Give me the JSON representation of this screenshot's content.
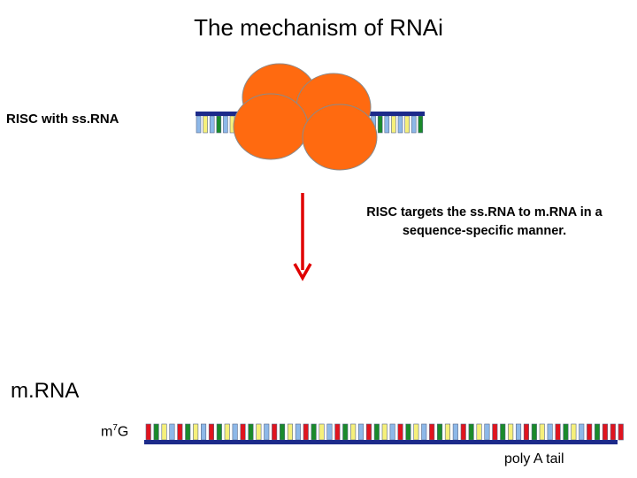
{
  "title": "The mechanism of RNAi",
  "risc_label": "RISC with ss.RNA",
  "target_text_line1": "RISC targets the ss.RNA to m.RNA in a",
  "target_text_line2": "sequence-specific manner.",
  "mrna_label": "m.RNA",
  "cap_label_base": "m",
  "cap_label_sup": "7",
  "cap_label_end": "G",
  "polya_label": "poly A tail",
  "colors": {
    "backbone": "#1c2a8a",
    "protein": "#ff6a10",
    "protein_stroke": "#8a8a8a",
    "arrow": "#e00000",
    "base_blue": "#8db8e8",
    "base_yellow": "#f6f07a",
    "base_green": "#1a8a2a",
    "base_red": "#e0141e"
  },
  "sirna_bases": [
    "blue",
    "yellow",
    "blue",
    "green",
    "blue",
    "yellow",
    "blue",
    "green",
    "blue",
    "yellow",
    "blue",
    "green",
    "blue",
    "yellow",
    "blue",
    "green",
    "blue",
    "yellow",
    "blue",
    "green",
    "blue",
    "yellow",
    "blue",
    "green",
    "blue",
    "yellow",
    "blue",
    "green",
    "blue",
    "yellow",
    "blue",
    "yellow",
    "blue",
    "green"
  ],
  "mrna_bases": [
    "red",
    "green",
    "yellow",
    "blue",
    "red",
    "green",
    "yellow",
    "blue",
    "red",
    "green",
    "yellow",
    "blue",
    "red",
    "green",
    "yellow",
    "blue",
    "red",
    "green",
    "yellow",
    "blue",
    "red",
    "green",
    "yellow",
    "blue",
    "red",
    "green",
    "yellow",
    "blue",
    "red",
    "green",
    "yellow",
    "blue",
    "red",
    "green",
    "yellow",
    "blue",
    "red",
    "green",
    "yellow",
    "blue",
    "red",
    "green",
    "yellow",
    "blue",
    "red",
    "green",
    "yellow",
    "blue",
    "red",
    "green",
    "yellow",
    "blue",
    "red",
    "green",
    "yellow",
    "blue",
    "red",
    "green",
    "red",
    "red",
    "red"
  ]
}
